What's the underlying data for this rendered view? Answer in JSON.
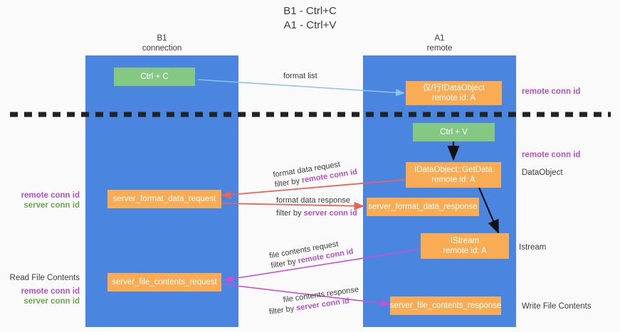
{
  "title": "B1 - Ctrl+C\nA1 - Ctrl+V",
  "lanes": [
    {
      "name": "b1",
      "header": "B1\nconnection"
    },
    {
      "name": "a1",
      "header": "A1\nremote"
    }
  ],
  "nodes": {
    "ctrl_c": "Ctrl + C",
    "idataobject": "仅/行IDataObject\nremote id: A",
    "ctrl_v": "Ctrl + V",
    "getdata": "IDataObject::GetData\nremote id: A",
    "server_format_data_request": "server_format_data_request",
    "server_format_data_response": "server_format_data_response",
    "istream": "IStream\nremote id: A",
    "server_file_contents_request": "server_file_contents_request",
    "server_file_contents_response": "server_file_contents_response"
  },
  "annotations": {
    "remote_conn_id_top": "remote conn id",
    "remote_conn_id_mid": "remote conn id",
    "dataobject": "DataObject",
    "istream_label": "Istream",
    "write_file_contents": "Write File Contents",
    "read_file_contents": "Read File Contents",
    "left_legend_mid": {
      "line1": "remote conn id",
      "line2": "server conn id"
    },
    "left_legend_bottom": {
      "line1": "remote conn id",
      "line2": "server conn id"
    }
  },
  "edges": {
    "format_list": {
      "text": "format list"
    },
    "format_data_request": {
      "line1": "format data request",
      "line2_prefix": "filter by ",
      "line2_em": "remote conn id"
    },
    "format_data_response": {
      "line1": "format data response",
      "line2_prefix": "filter by ",
      "line2_em": "server conn id"
    },
    "file_contents_request": {
      "line1": "file contents request",
      "line2_prefix": "filter by ",
      "line2_em": "remote conn id"
    },
    "file_contents_response": {
      "line1": "file contents response",
      "line2_prefix": "filter by ",
      "line2_em": "server conn id"
    }
  },
  "colors": {
    "lane": "#4a86e0",
    "green_box": "#84c884",
    "orange_box": "#f9ac54",
    "purple_text": "#b650c8",
    "green_text": "#6aa84f",
    "red_arrow": "#e8635a",
    "magenta_arrow": "#cc4fd0",
    "blue_arrow": "#8fc1ea",
    "black_arrow": "#000000",
    "background": "#fafafa"
  }
}
